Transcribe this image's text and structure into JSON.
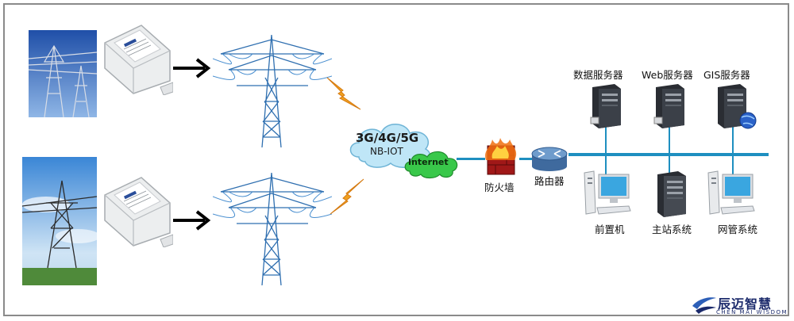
{
  "network": {
    "cloud_line1": "3G/4G/5G",
    "cloud_line2": "NB-IOT",
    "internet": "Internet",
    "firewall": "防火墙",
    "router": "路由器"
  },
  "servers": [
    {
      "label": "数据服务器"
    },
    {
      "label": "Web服务器"
    },
    {
      "label": "GIS服务器"
    }
  ],
  "clients": [
    {
      "label": "前置机"
    },
    {
      "label": "主站系统"
    },
    {
      "label": "网管系统"
    }
  ],
  "logo": {
    "cn": "辰迈智慧",
    "en": "CHEN MAI WISDOM"
  },
  "colors": {
    "tower_blue": "#2f6fb0",
    "bus_line": "#1e8fc0",
    "cloud": "#bfe6f7",
    "internet_cloud": "#39c84a",
    "lightning": "#f0a020"
  }
}
